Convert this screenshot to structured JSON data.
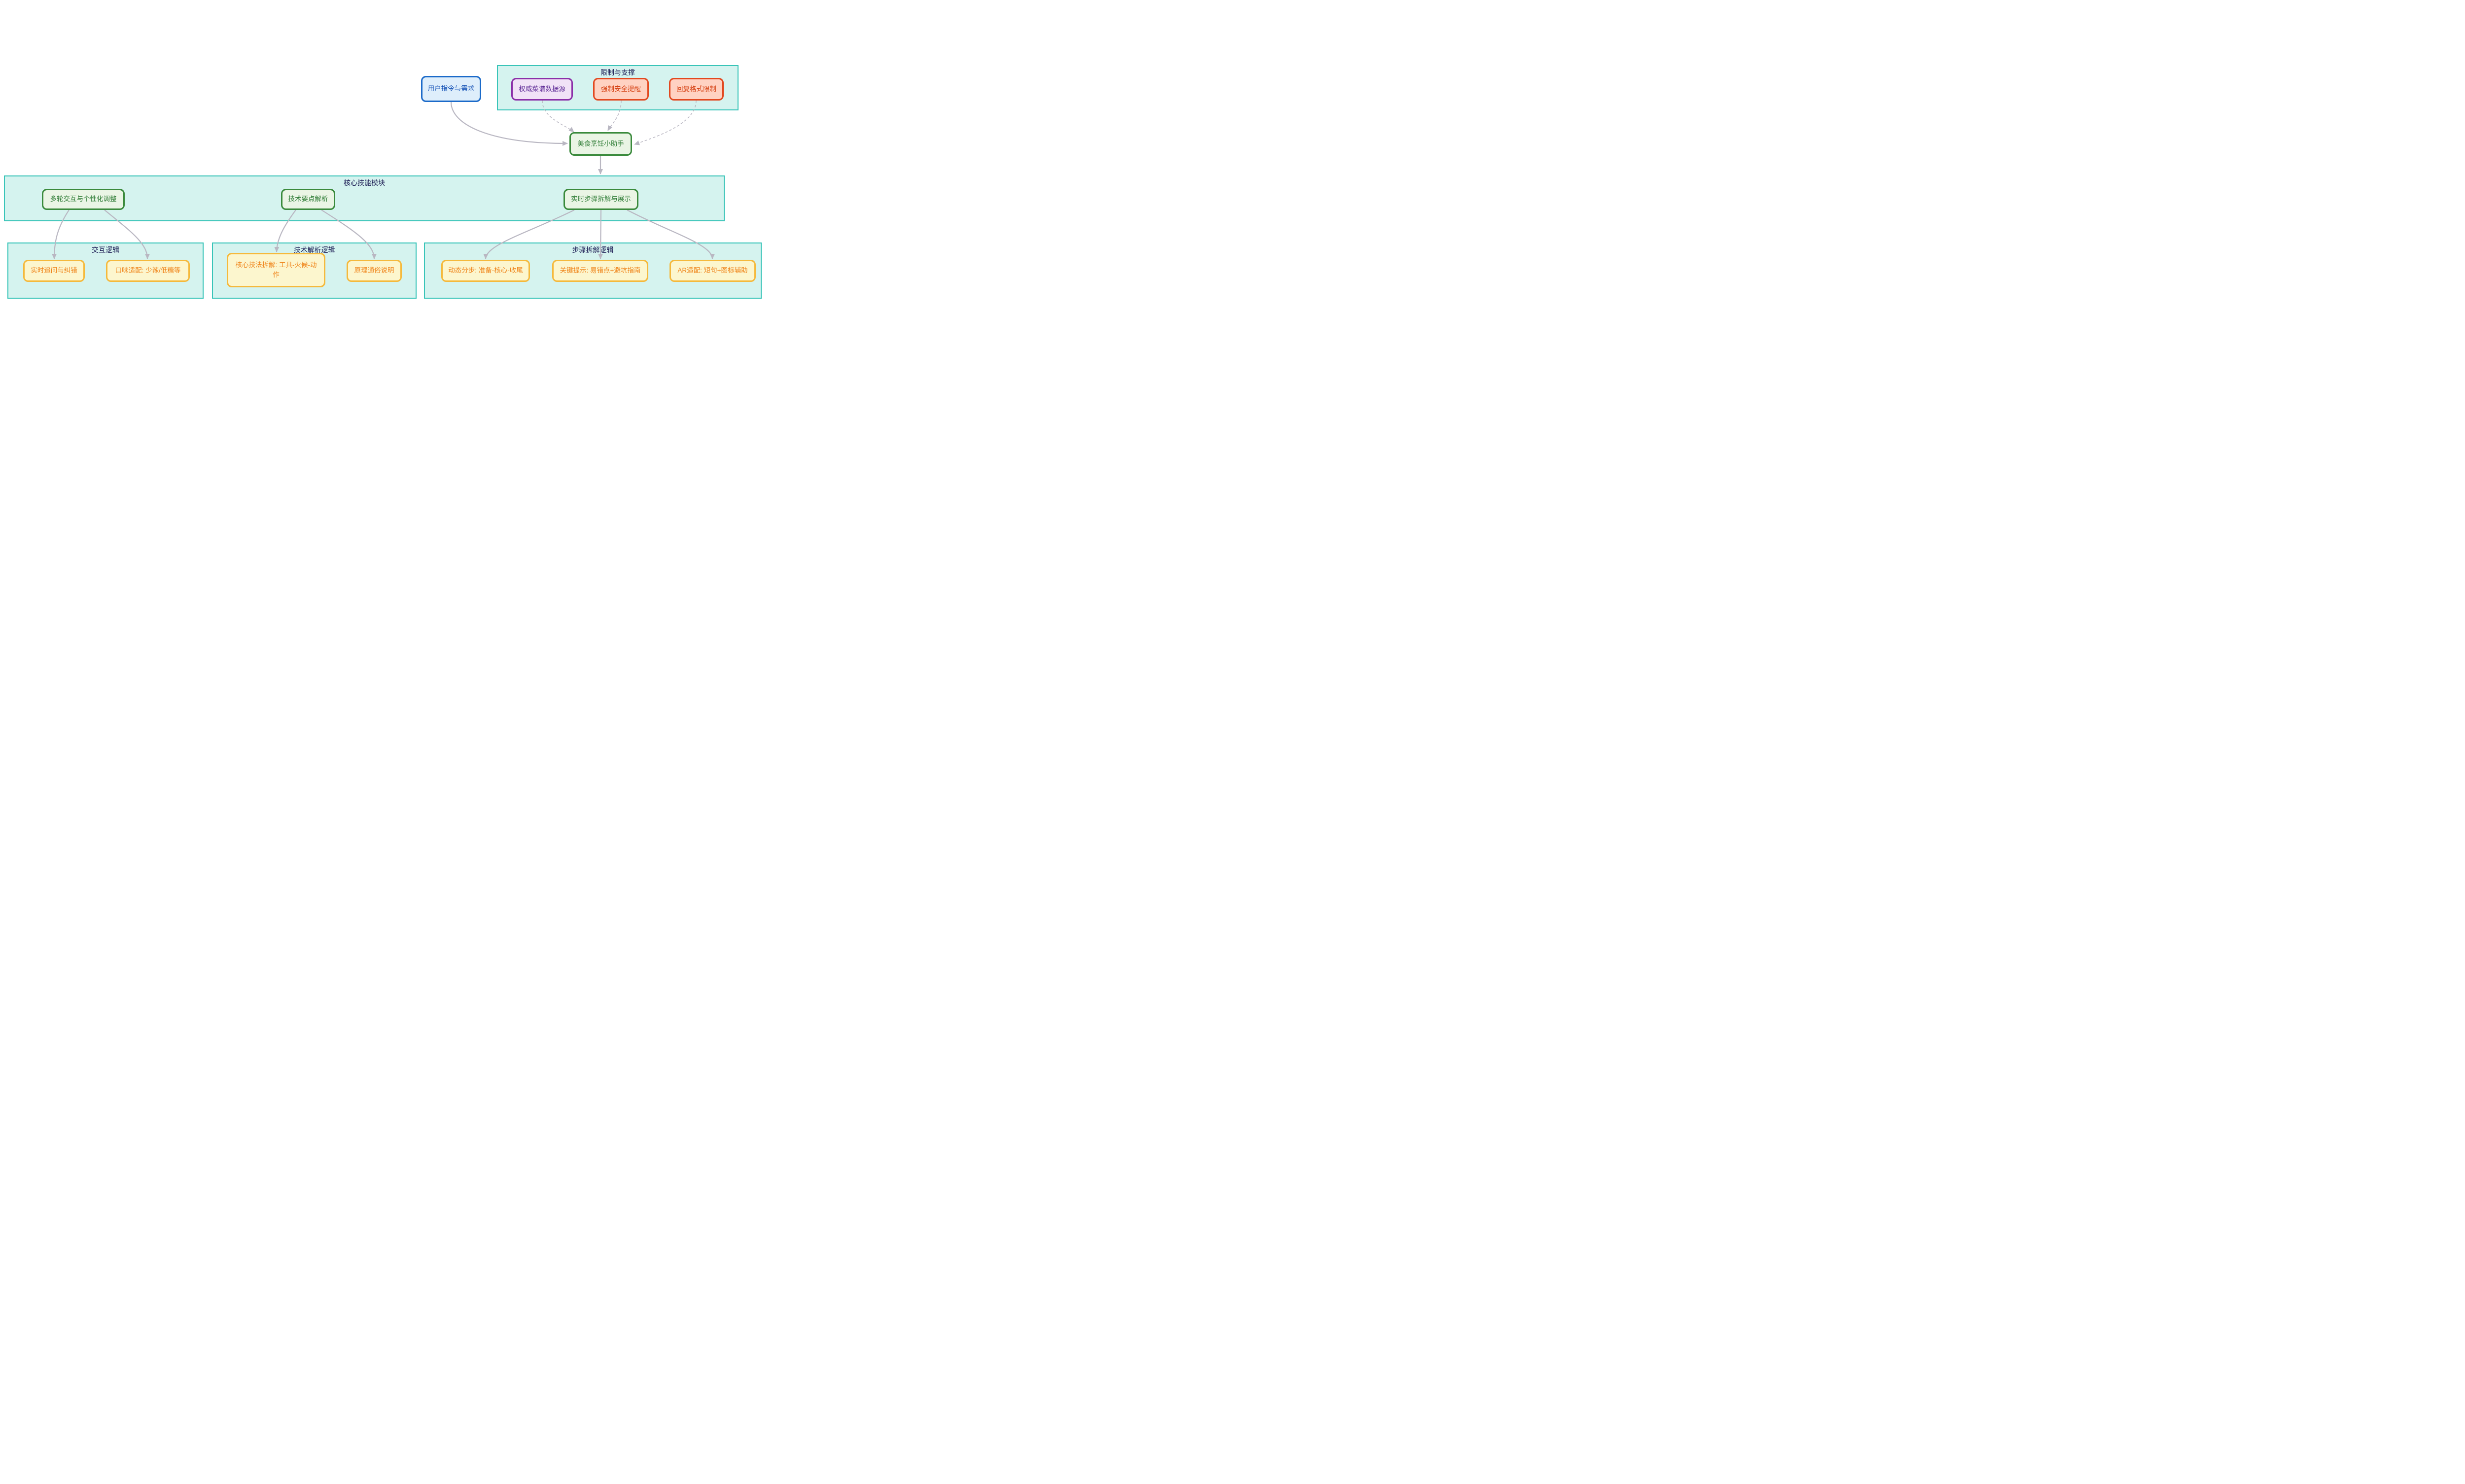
{
  "diagram": {
    "containers": {
      "constraints": {
        "title": "限制与支撑"
      },
      "skills": {
        "title": "核心技能模块"
      },
      "interaction": {
        "title": "交互逻辑"
      },
      "tech": {
        "title": "技术解析逻辑"
      },
      "steps": {
        "title": "步骤拆解逻辑"
      }
    },
    "nodes": {
      "user": {
        "label": "用户指令与需求",
        "style": "blue"
      },
      "recipe_source": {
        "label": "权威菜谱数据源",
        "style": "purple"
      },
      "safety_reminder": {
        "label": "强制安全提醒",
        "style": "red"
      },
      "format_limit": {
        "label": "回复格式限制",
        "style": "red"
      },
      "assistant": {
        "label": "美食烹饪小助手",
        "style": "green"
      },
      "multi_turn": {
        "label": "多轮交互与个性化调整",
        "style": "green"
      },
      "tech_points": {
        "label": "技术要点解析",
        "style": "green"
      },
      "realtime_steps": {
        "label": "实时步骤拆解与展示",
        "style": "green"
      },
      "followup": {
        "label": "实时追问与纠错",
        "style": "yellow"
      },
      "taste": {
        "label": "口味适配: 少辣/低糖等",
        "style": "yellow"
      },
      "core_method": {
        "label": "核心技法拆解: 工具-火候-动作",
        "style": "yellow"
      },
      "principle": {
        "label": "原理通俗说明",
        "style": "yellow"
      },
      "dynamic_steps": {
        "label": "动态分步: 准备-核心-收尾",
        "style": "yellow"
      },
      "key_tips": {
        "label": "关键提示: 易错点+避坑指南",
        "style": "yellow"
      },
      "ar_adapt": {
        "label": "AR适配: 短句+图标辅助",
        "style": "yellow"
      }
    },
    "edges": [
      {
        "from": "user",
        "to": "assistant",
        "style": "solid"
      },
      {
        "from": "recipe_source",
        "to": "assistant",
        "style": "dashed"
      },
      {
        "from": "safety_reminder",
        "to": "assistant",
        "style": "dashed"
      },
      {
        "from": "format_limit",
        "to": "assistant",
        "style": "dashed"
      },
      {
        "from": "assistant",
        "to": "skills",
        "style": "solid"
      },
      {
        "from": "multi_turn",
        "to": "followup",
        "style": "solid"
      },
      {
        "from": "multi_turn",
        "to": "taste",
        "style": "solid"
      },
      {
        "from": "tech_points",
        "to": "core_method",
        "style": "solid"
      },
      {
        "from": "tech_points",
        "to": "principle",
        "style": "solid"
      },
      {
        "from": "realtime_steps",
        "to": "dynamic_steps",
        "style": "solid"
      },
      {
        "from": "realtime_steps",
        "to": "key_tips",
        "style": "solid"
      },
      {
        "from": "realtime_steps",
        "to": "ar_adapt",
        "style": "solid"
      }
    ],
    "colors": {
      "cluster_fill": "#d5f3ef",
      "cluster_border": "#38c4b8",
      "cluster_title_text": "#1a1a52",
      "edge": "#b9b7c2",
      "green_border": "#3a8a3c",
      "green_fill": "#eaf5e5",
      "green_text": "#2c7a33",
      "blue_border": "#1b6ac9",
      "blue_fill": "#deeefb",
      "blue_text": "#1d58b9",
      "purple_border": "#8b2fa8",
      "purple_fill": "#f1e2f7",
      "purple_text": "#5e2b97",
      "red_border": "#e2481f",
      "red_fill": "#ffd2c2",
      "red_text": "#d64315",
      "yellow_border": "#f5b93c",
      "yellow_fill": "#fcf6ce",
      "yellow_text": "#ef8318"
    }
  }
}
